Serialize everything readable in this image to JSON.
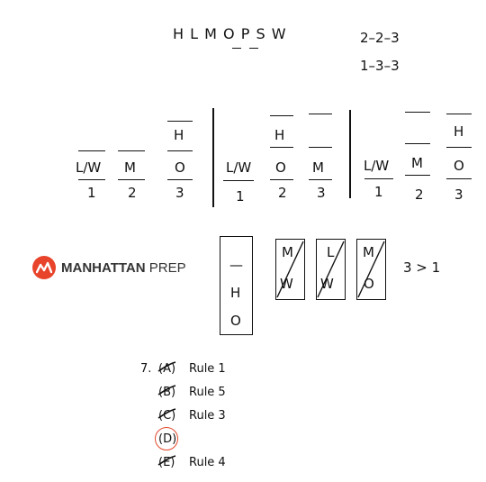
{
  "header": {
    "letters": [
      "H",
      "L",
      "M",
      "O",
      "P",
      "S",
      "W"
    ],
    "pattern_a": "2–2–3",
    "pattern_b": "1–3–3"
  },
  "scenarios": [
    {
      "slots": [
        {
          "top": "",
          "mid": "",
          "bottom": "L/W",
          "index": "1"
        },
        {
          "top": "",
          "mid": "",
          "bottom": "M",
          "index": "2"
        },
        {
          "top": "",
          "mid": "H",
          "bottom": "O",
          "index": "3"
        }
      ]
    },
    {
      "slots": [
        {
          "top": "",
          "mid": "",
          "bottom": "L/W",
          "index": "1"
        },
        {
          "top": "",
          "mid": "H",
          "bottom": "O",
          "index": "2"
        },
        {
          "top": "",
          "mid": "",
          "bottom": "M",
          "index": "3"
        }
      ]
    },
    {
      "slots": [
        {
          "top": "",
          "mid": "",
          "bottom": "L/W",
          "index": "1"
        },
        {
          "top": "",
          "mid": "",
          "bottom": "M",
          "index": "2"
        },
        {
          "top": "",
          "mid": "H",
          "bottom": "O",
          "index": "3"
        }
      ]
    }
  ],
  "logo": {
    "brand": "MANHATTAN",
    "suffix": "PREP",
    "icon": "mountain-icon",
    "color": "#e8432b"
  },
  "tall_box": {
    "top": "—",
    "mid": "H",
    "bottom": "O"
  },
  "slash_boxes": [
    {
      "top": "M",
      "bottom": "W"
    },
    {
      "top": "L",
      "bottom": "W"
    },
    {
      "top": "M",
      "bottom": "O"
    }
  ],
  "inequality": "3 > 1",
  "question": {
    "number": "7.",
    "choices": [
      {
        "letter": "(A)",
        "note": "Rule 1",
        "crossed": true
      },
      {
        "letter": "(B)",
        "note": "Rule 5",
        "crossed": true
      },
      {
        "letter": "(C)",
        "note": "Rule 3",
        "crossed": true
      },
      {
        "letter": "(D)",
        "note": "",
        "crossed": false,
        "circled": true
      },
      {
        "letter": "(E)",
        "note": "Rule 4",
        "crossed": true
      }
    ],
    "circle_color": "#e24a2c"
  }
}
